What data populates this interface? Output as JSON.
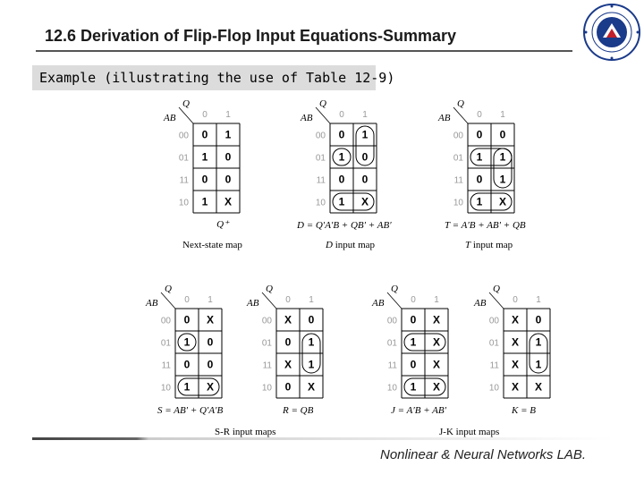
{
  "header": {
    "title": "12.6 Derivation of Flip-Flop Input  Equations-Summary",
    "subtitle": "Example (illustrating the use of Table 12-9)"
  },
  "logo": {
    "icon": "university-seal-icon",
    "color": "#1a3a8a",
    "accent": "#c0202a"
  },
  "kmap_labels": {
    "q": "Q",
    "ab": "AB",
    "cols": [
      "0",
      "1"
    ],
    "rows": [
      "00",
      "01",
      "11",
      "10"
    ]
  },
  "kmaps": [
    {
      "id": "next-state-map",
      "cells": [
        [
          "0",
          "1"
        ],
        [
          "1",
          "0"
        ],
        [
          "0",
          "0"
        ],
        [
          "1",
          "X"
        ]
      ],
      "loops": [],
      "extra": "Q⁺",
      "equation": ""
    },
    {
      "id": "d-input-map",
      "cells": [
        [
          "0",
          "1"
        ],
        [
          "1",
          "0"
        ],
        [
          "0",
          "0"
        ],
        [
          "1",
          "X"
        ]
      ],
      "loops": [
        [
          0,
          1,
          1,
          1
        ],
        [
          1,
          0,
          1,
          0
        ],
        [
          3,
          0,
          3,
          1
        ]
      ],
      "extra": "",
      "equation": "D = Q′A′B + QB′ + AB′"
    },
    {
      "id": "t-input-map",
      "cells": [
        [
          "0",
          "0"
        ],
        [
          "1",
          "1"
        ],
        [
          "0",
          "1"
        ],
        [
          "1",
          "X"
        ]
      ],
      "loops": [
        [
          1,
          0,
          1,
          1
        ],
        [
          1,
          1,
          2,
          1
        ],
        [
          3,
          0,
          3,
          1
        ]
      ],
      "extra": "",
      "equation": "T = A′B + AB′ + QB"
    },
    {
      "id": "s-input-map",
      "cells": [
        [
          "0",
          "X"
        ],
        [
          "1",
          "0"
        ],
        [
          "0",
          "0"
        ],
        [
          "1",
          "X"
        ]
      ],
      "loops": [
        [
          1,
          0,
          1,
          0
        ],
        [
          3,
          0,
          3,
          1
        ]
      ],
      "extra": "",
      "equation": "S = AB′ + Q′A′B"
    },
    {
      "id": "r-input-map",
      "cells": [
        [
          "X",
          "0"
        ],
        [
          "0",
          "1"
        ],
        [
          "X",
          "1"
        ],
        [
          "0",
          "X"
        ]
      ],
      "loops": [
        [
          1,
          1,
          2,
          1
        ]
      ],
      "extra": "",
      "equation": "R = QB"
    },
    {
      "id": "j-input-map",
      "cells": [
        [
          "0",
          "X"
        ],
        [
          "1",
          "X"
        ],
        [
          "0",
          "X"
        ],
        [
          "1",
          "X"
        ]
      ],
      "loops": [
        [
          1,
          0,
          1,
          1
        ],
        [
          3,
          0,
          3,
          1
        ]
      ],
      "extra": "",
      "equation": "J = A′B + AB′"
    },
    {
      "id": "k-input-map",
      "cells": [
        [
          "X",
          "0"
        ],
        [
          "X",
          "1"
        ],
        [
          "X",
          "1"
        ],
        [
          "X",
          "X"
        ]
      ],
      "loops": [
        [
          1,
          1,
          2,
          1
        ]
      ],
      "extra": "",
      "equation": "K = B"
    }
  ],
  "captions": {
    "next_state": "Next-state map",
    "d_input_var": "D",
    "d_input_rest": " input map",
    "t_input_var": "T",
    "t_input_rest": " input map",
    "sr": "S-R input maps",
    "jk": "J-K input maps"
  },
  "footer": {
    "lab": "Nonlinear & Neural Networks LAB."
  }
}
